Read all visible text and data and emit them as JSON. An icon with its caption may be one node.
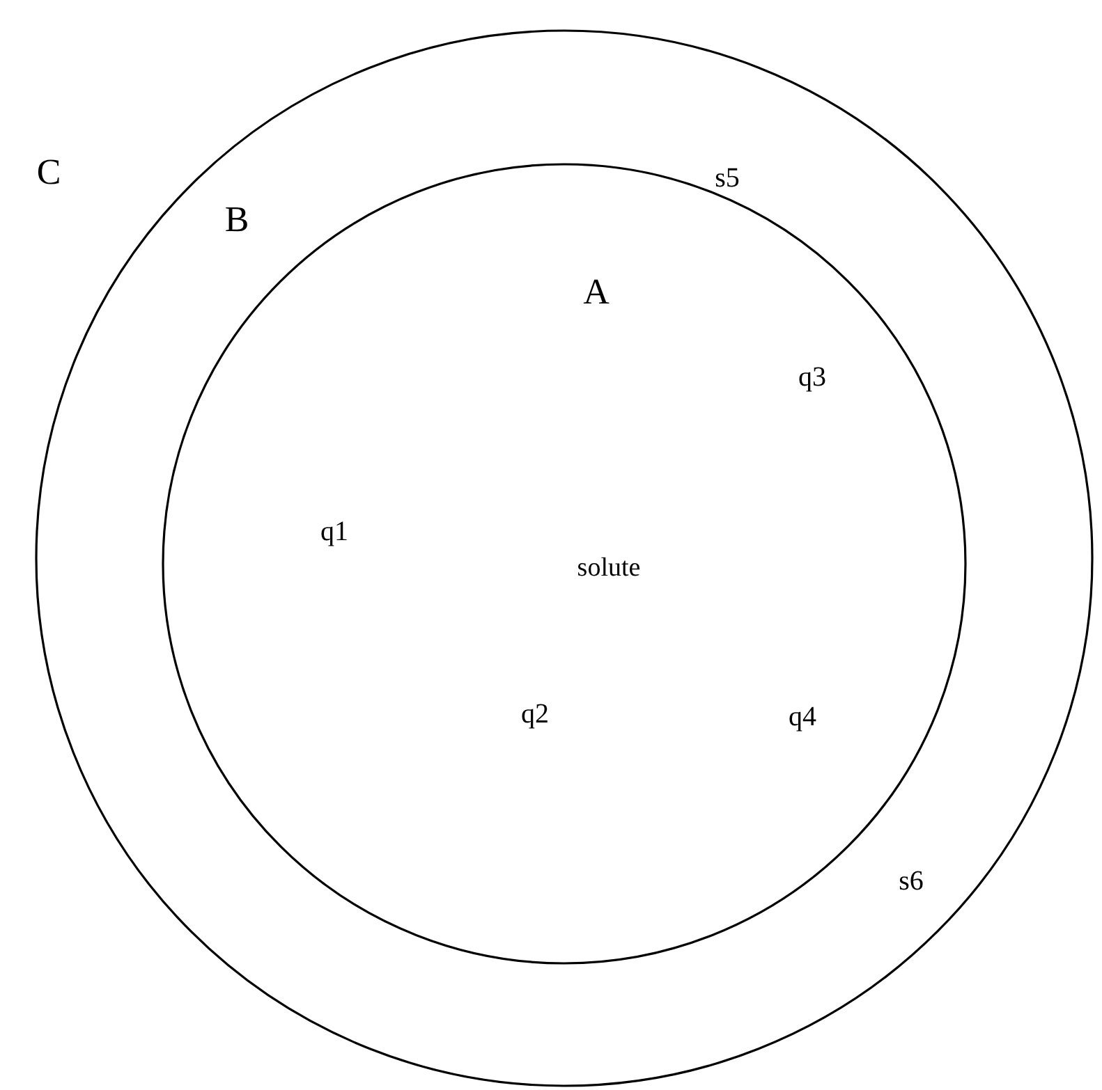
{
  "diagram": {
    "nodes": [
      {
        "text": [
          "C",
          "B",
          "s5",
          "s6"
        ]
      },
      {
        "text": [
          "A",
          "q3",
          "q1",
          "solute",
          "q2",
          "q4"
        ],
        "in": 0
      }
    ]
  }
}
